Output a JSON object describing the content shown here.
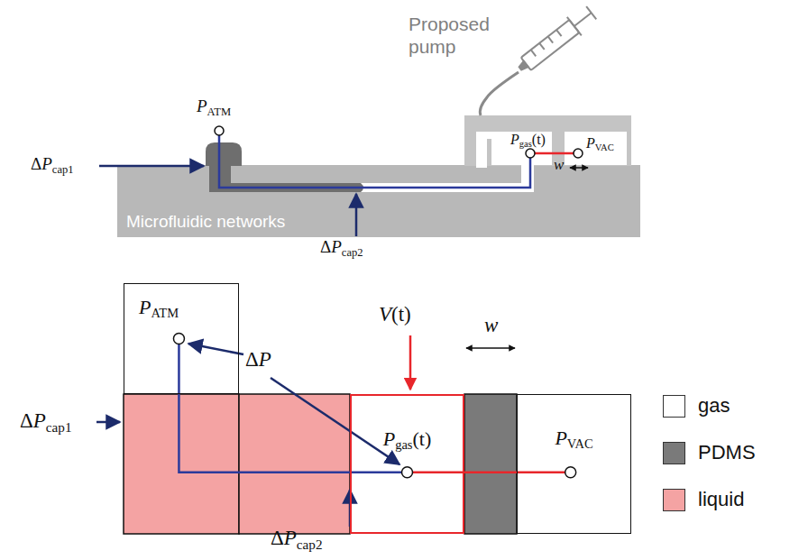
{
  "diagram": {
    "nodes": [
      {
        "text": [
          "PATM"
        ]
      },
      {
        "text": [
          "Pgas(t)"
        ]
      },
      {
        "text": [
          "PVAC"
        ]
      }
    ],
    "edges": [
      {
        "from": 0,
        "to": 1,
        "arrow": "none"
      },
      {
        "from": 1,
        "to": 2,
        "arrow": "none"
      }
    ],
    "labels": [
      "Proposed pump",
      "PATM",
      "ΔPcap1",
      "Pgas(t)",
      "PVAC",
      "w",
      "Microfluidic networks",
      "ΔPcap2",
      "V(t)",
      "w",
      "ΔP",
      "ΔPcap1",
      "ΔPcap2"
    ],
    "legend": [
      {
        "text": "gas",
        "color": "#ffffff"
      },
      {
        "text": "PDMS",
        "color": "#7a7a7a"
      },
      {
        "text": "liquid",
        "color": "#f4a3a3"
      }
    ]
  }
}
